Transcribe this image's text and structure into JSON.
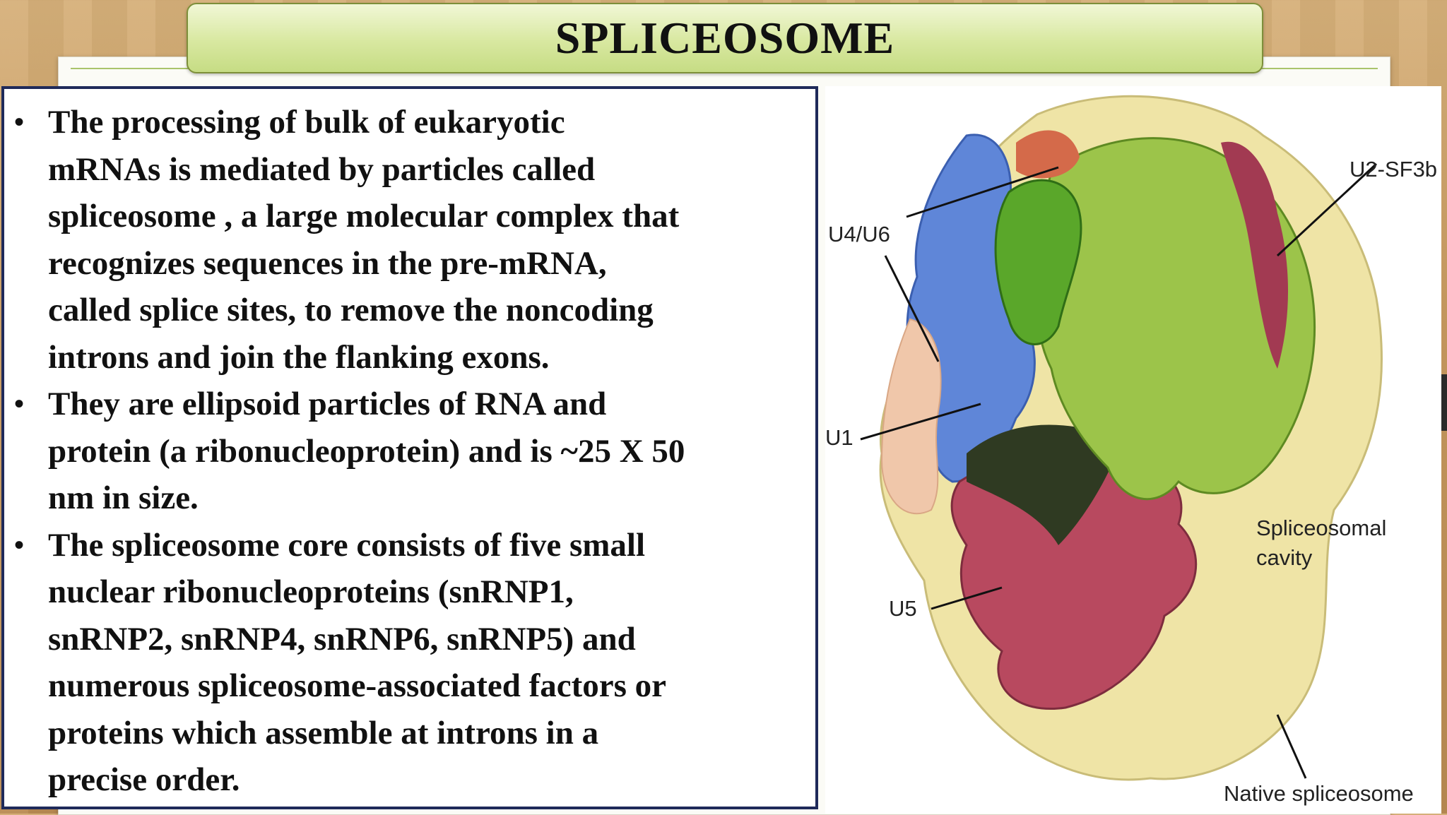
{
  "slide": {
    "title": "SPLICEOSOME",
    "bullets": [
      {
        "lines": [
          "The processing of bulk of eukaryotic",
          "mRNAs is mediated by particles called",
          "spliceosome , a large molecular complex that",
          "recognizes sequences in the pre-mRNA,",
          "called splice sites, to remove the noncoding",
          "introns and join the flanking exons."
        ]
      },
      {
        "lines": [
          "They are ellipsoid particles of RNA and",
          "protein (a ribonucleoprotein) and is ~25 X 50",
          "nm in size."
        ]
      },
      {
        "lines": [
          "The spliceosome core consists of five small",
          "nuclear ribonucleoproteins (snRNP1,",
          "snRNP2, snRNP4, snRNP6, snRNP5) and",
          "numerous spliceosome-associated factors or",
          "proteins which assemble at introns in a",
          "precise order."
        ]
      }
    ]
  },
  "figure": {
    "labels": {
      "u4u6": "U4/U6",
      "u2": "U2-SF3b",
      "u1": "U1",
      "u5": "U5",
      "cavity_line1": "Spliceosomal",
      "cavity_line2": "cavity",
      "native": "Native spliceosome"
    },
    "colors": {
      "envelope": "#efe4a6",
      "u2": "#9cc44a",
      "u4u6": "#5aa72a",
      "u1": "#5f86d8",
      "u5": "#b8495f",
      "u1_soft": "#f0c7aa"
    }
  }
}
